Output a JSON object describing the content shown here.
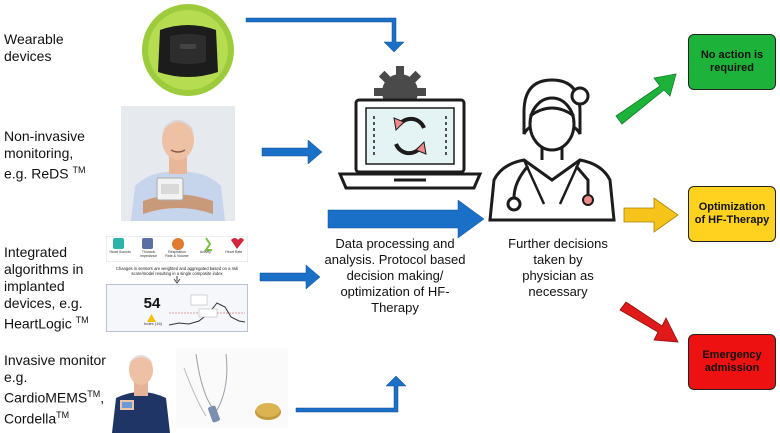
{
  "sources": {
    "wearable": {
      "label": "Wearable devices"
    },
    "noninvasive": {
      "line1": "Non-invasive",
      "line2": "monitoring,",
      "line3": "e.g. ReDS",
      "tm": "TM"
    },
    "algorithms": {
      "line1": "Integrated",
      "line2": "algorithms in",
      "line3": "implanted",
      "line4": "devices, e.g.",
      "line5": "HeartLogic",
      "tm": "TM"
    },
    "invasive": {
      "line1": "Invasive monitoring,",
      "line2": "e.g.",
      "line3": "CardioMEMS",
      "line4": "Cordella",
      "tm": "TM",
      "sep": ","
    }
  },
  "heartlogic_panel": {
    "icons": [
      "Heart Sounds",
      "Thoracic Impedance",
      "Respiration Rate & Volume",
      "Activity",
      "Heart Rate"
    ],
    "caption": "Changes in sensors are weighted and aggregated based on a risk score/model resulting in a single composite index",
    "index_value": "54",
    "threshold_label": "Index (16)"
  },
  "center": {
    "processing_text": "Data processing and analysis. Protocol based decision making/ optimization of HF-Therapy",
    "physician_text": "Further decisions taken by physician as necessary"
  },
  "outcomes": [
    {
      "label": "No action is required",
      "color": "#1db33a"
    },
    {
      "label": "Optimization of HF-Therapy",
      "color": "#ffd21f"
    },
    {
      "label": "Emergency admission",
      "color": "#ee1111"
    }
  ],
  "colors": {
    "flow_arrow": "#1a6fc6",
    "green_arrow": "#1db33a",
    "yellow_arrow": "#f5c31a",
    "red_arrow": "#e01a1a"
  }
}
